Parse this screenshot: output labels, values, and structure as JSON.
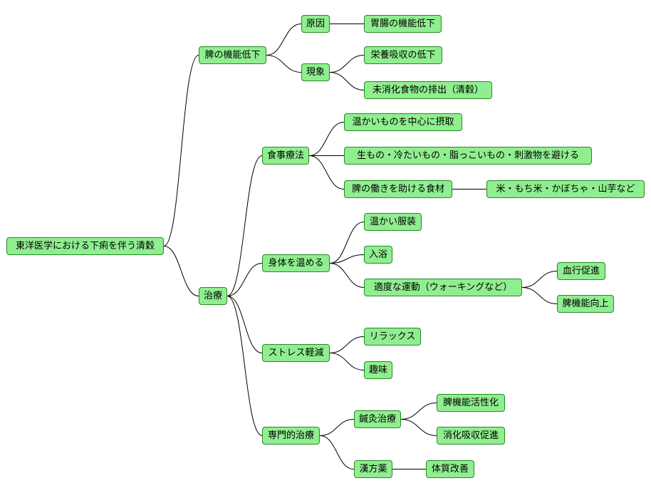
{
  "colors": {
    "node_fill": "#90ee90",
    "node_border": "#228b22",
    "edge": "#000000",
    "background": "#ffffff"
  },
  "nodes": {
    "root": "東洋医学における下痢を伴う清穀",
    "spleen_decline": "脾の機能低下",
    "cause": "原因",
    "cause_detail": "胃腸の機能低下",
    "phenomenon": "現象",
    "phen_absorption": "栄養吸収の低下",
    "phen_undigested": "未消化食物の排出（清穀）",
    "treatment": "治療",
    "diet": "食事療法",
    "diet_warm": "温かいものを中心に摂取",
    "diet_avoid": "生もの・冷たいもの・脂っこいもの・刺激物を避ける",
    "diet_help": "脾の働きを助ける食材",
    "diet_foods": "米・もち米・かぼちゃ・山芋など",
    "warm_body": "身体を温める",
    "warm_clothes": "温かい服装",
    "bathing": "入浴",
    "exercise": "適度な運動（ウォーキングなど）",
    "blood_flow": "血行促進",
    "spleen_up": "脾機能向上",
    "stress": "ストレス軽減",
    "relax": "リラックス",
    "hobby": "趣味",
    "professional": "専門的治療",
    "acupuncture": "鍼灸治療",
    "spleen_activate": "脾機能活性化",
    "digest_promote": "消化吸収促進",
    "kampo": "漢方薬",
    "constitution": "体質改善"
  }
}
